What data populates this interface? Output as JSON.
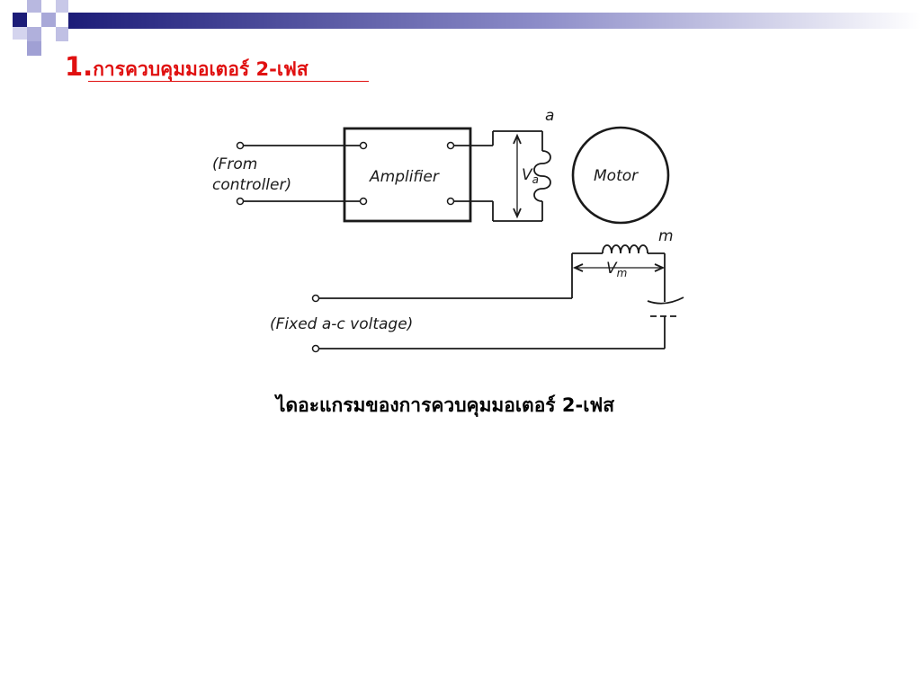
{
  "slide": {
    "title_number": "1.",
    "title_text": "การควบคุมมอเตอร์ 2-เฟส",
    "caption": "ไดอะแกรมของการควบคุมมอเตอร์ 2-เฟส"
  },
  "diagram": {
    "controller_label_line1": "(From",
    "controller_label_line2": "controller)",
    "amplifier_label": "Amplifier",
    "motor_label": "Motor",
    "winding_a_label": "a",
    "winding_m_label": "m",
    "voltage_a_main": "V",
    "voltage_a_sub": "a",
    "voltage_m_main": "V",
    "voltage_m_sub": "m",
    "fixed_voltage_label": "(Fixed a-c  voltage)"
  },
  "colors": {
    "title_red": "#e01010",
    "header_navy": "#1c1c78",
    "deco_square_light": "#a8a8d8",
    "line_dark": "#1a1a1a"
  }
}
